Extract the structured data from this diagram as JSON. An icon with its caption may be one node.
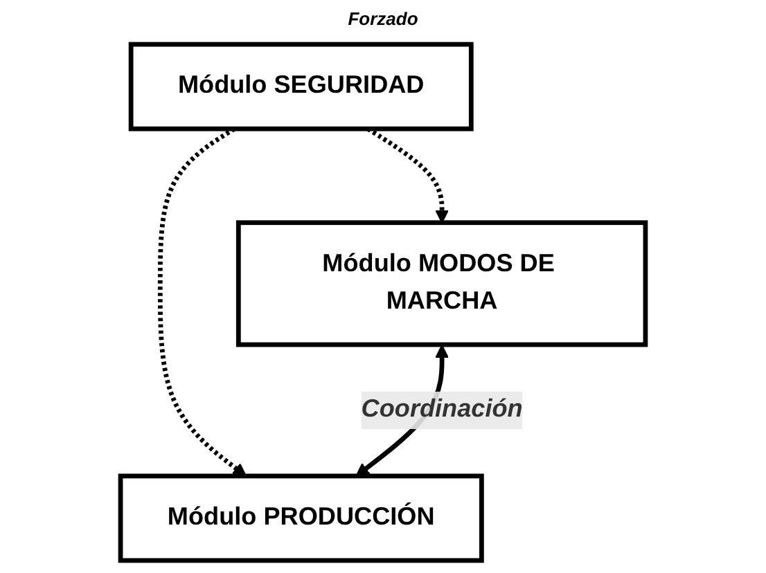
{
  "diagram": {
    "nodes": [
      {
        "text": [
          "Módulo SEGURIDAD"
        ]
      },
      {
        "text": [
          "Módulo MODOS DE MARCHA"
        ]
      },
      {
        "text": [
          "Módulo PRODUCCIÓN"
        ]
      }
    ],
    "edges": [
      {
        "from": 0,
        "to": 1,
        "arrow": "to",
        "style": "dashed"
      },
      {
        "from": 0,
        "to": 2,
        "arrow": "to",
        "style": "dashed"
      },
      {
        "from": 1,
        "to": 2,
        "arrow": "both",
        "label": "Coordinación"
      }
    ],
    "labels": [
      "Forzado"
    ]
  }
}
